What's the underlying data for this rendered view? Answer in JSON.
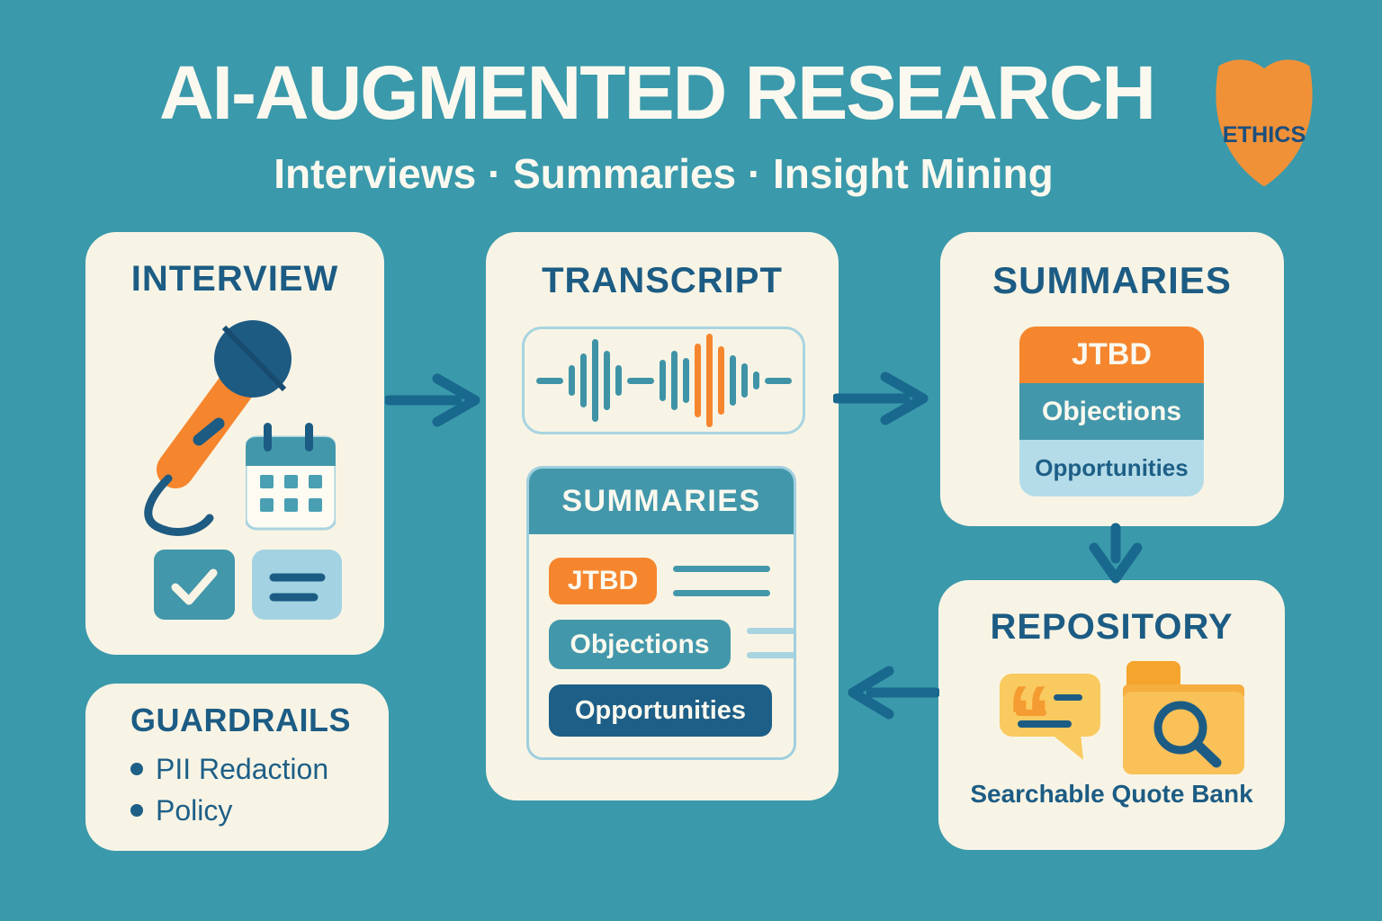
{
  "header": {
    "title": "AI-AUGMENTED RESEARCH",
    "subtitle": "Interviews · Summaries · Insight Mining",
    "ethics_badge": "ETHICS"
  },
  "cards": {
    "interview": {
      "title": "INTERVIEW",
      "icons": [
        "microphone-icon",
        "calendar-icon",
        "checkbox-icon",
        "notes-icon"
      ]
    },
    "transcript": {
      "title": "TRANSCRIPT",
      "waveform_icon": "audio-waveform-icon",
      "summaries_panel": {
        "header": "SUMMARIES",
        "items": [
          {
            "label": "JTBD",
            "color": "#f5862e"
          },
          {
            "label": "Objections",
            "color": "#4397ab"
          },
          {
            "label": "Opportunities",
            "color": "#1d5f87"
          }
        ]
      }
    },
    "summaries": {
      "title": "SUMMARIES",
      "rows": [
        {
          "label": "JTBD",
          "color": "#f5862e"
        },
        {
          "label": "Objections",
          "color": "#4397ab"
        },
        {
          "label": "Opportunities",
          "color": "#b4dce8"
        }
      ]
    },
    "repository": {
      "title": "REPOSITORY",
      "icons": [
        "quote-bubble-icon",
        "search-folder-icon"
      ],
      "caption": "Searchable Quote Bank"
    },
    "guardrails": {
      "title": "GUARDRAILS",
      "bullets": [
        "PII Redaction",
        "Policy"
      ]
    }
  },
  "waveform": {
    "bars": [
      {
        "dash": true,
        "h": 7
      },
      {
        "h": 34
      },
      {
        "h": 60
      },
      {
        "h": 92
      },
      {
        "h": 66
      },
      {
        "h": 34
      },
      {
        "dash": true,
        "h": 7
      },
      {
        "h": 46
      },
      {
        "h": 66
      },
      {
        "h": 50
      },
      {
        "h": 82,
        "orange": true
      },
      {
        "h": 104,
        "orange": true
      },
      {
        "h": 76,
        "orange": true
      },
      {
        "h": 56
      },
      {
        "h": 38
      },
      {
        "h": 20
      },
      {
        "dash": true,
        "h": 7
      }
    ]
  },
  "palette": {
    "background": "#3a99ab",
    "card": "#f8f4e5",
    "dark_blue": "#1c5c84",
    "teal": "#4397ab",
    "light_blue": "#a8d4e0",
    "orange": "#f5862e",
    "shield_orange": "#f09138",
    "yellow": "#f9ca5f",
    "folder_yellow": "#f9c157",
    "arrow": "#19688e"
  }
}
